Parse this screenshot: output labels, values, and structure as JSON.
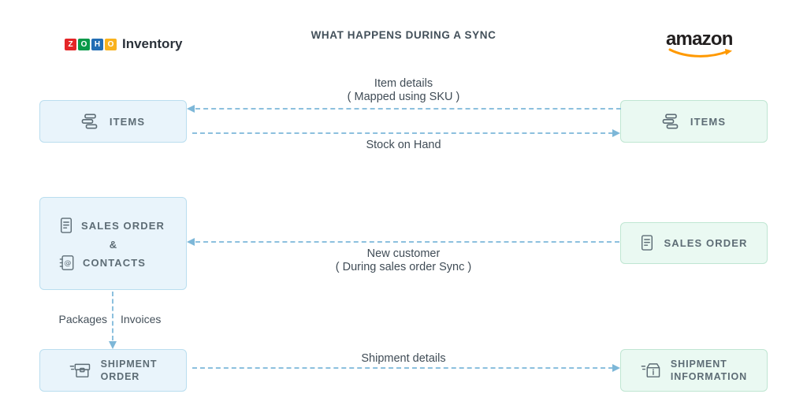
{
  "title": "WHAT HAPPENS DURING A SYNC",
  "zoho_logo": {
    "letters": [
      {
        "char": "Z",
        "color": "#e42527"
      },
      {
        "char": "O",
        "color": "#089949"
      },
      {
        "char": "H",
        "color": "#226db4"
      },
      {
        "char": "O",
        "color": "#f9b21d"
      }
    ],
    "product": "Inventory"
  },
  "amazon_logo": {
    "text": "amazon",
    "smile_color": "#ff9900"
  },
  "boxes": {
    "zoho_items": {
      "label": "ITEMS"
    },
    "zoho_sales_contacts": {
      "line1": "SALES ORDER",
      "joiner": "&",
      "line2": "CONTACTS"
    },
    "zoho_shipment": {
      "line1": "SHIPMENT",
      "line2": "ORDER"
    },
    "amazon_items": {
      "label": "ITEMS"
    },
    "amazon_sales": {
      "label": "SALES ORDER"
    },
    "amazon_shipment": {
      "line1": "SHIPMENT",
      "line2": "INFORMATION"
    }
  },
  "flows": {
    "item_details": {
      "line1": "Item details",
      "line2": "( Mapped using SKU )",
      "direction": "amazon-to-zoho"
    },
    "stock_on_hand": {
      "label": "Stock on Hand",
      "direction": "zoho-to-amazon"
    },
    "new_customer": {
      "line1": "New customer",
      "line2": "( During sales order Sync )",
      "direction": "amazon-to-zoho"
    },
    "packages_invoices": {
      "left_label": "Packages",
      "right_label": "Invoices",
      "direction": "down"
    },
    "shipment_details": {
      "label": "Shipment details",
      "direction": "zoho-to-amazon"
    }
  },
  "colors": {
    "zoho_box_fill": "#e9f4fb",
    "zoho_box_border": "#badeef",
    "amazon_box_fill": "#eaf9f2",
    "amazon_box_border": "#bfe6d2",
    "arrow": "#84bddd",
    "box_text": "#5d6c75",
    "label_text": "#404c56"
  }
}
